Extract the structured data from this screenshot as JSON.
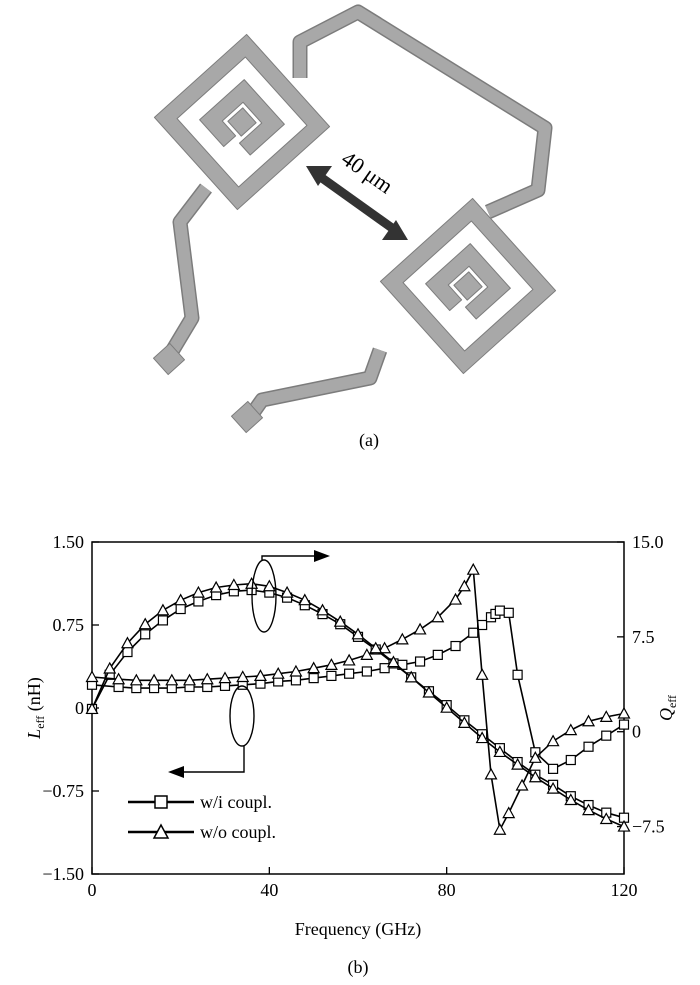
{
  "panel_a": {
    "caption": "(a)",
    "dimension_label": "40 μm"
  },
  "panel_b": {
    "caption": "(b)"
  },
  "chart_data": {
    "type": "line",
    "xlabel": "Frequency (GHz)",
    "ylabel_left": {
      "main": "L",
      "sub": "eff",
      "unit": " (nH)"
    },
    "ylabel_right": {
      "main": "Q",
      "sub": "eff"
    },
    "xlim": [
      0,
      120
    ],
    "ylim_left": [
      -1.5,
      1.5
    ],
    "ylim_right": [
      -11.25,
      15.0
    ],
    "x_ticks": [
      0,
      40,
      80,
      120
    ],
    "x_tick_labels": [
      "0",
      "40",
      "80",
      "120"
    ],
    "y_left_ticks": [
      1.5,
      0.75,
      0,
      -0.75,
      -1.5
    ],
    "y_left_tick_labels": [
      "1.50",
      "0.75",
      "0",
      "−0.75",
      "−1.50"
    ],
    "y_right_ticks": [
      15.0,
      7.5,
      0,
      -7.5
    ],
    "y_right_tick_labels": [
      "15.0",
      "7.5",
      "0",
      "−7.5"
    ],
    "grid": false,
    "legend_position": "bottom-left",
    "legend": [
      {
        "label": "w/i coupl.",
        "marker": "square"
      },
      {
        "label": "w/o coupl.",
        "marker": "triangle"
      }
    ],
    "series": [
      {
        "name": "w/i coupl.",
        "axis": "left",
        "marker": "square",
        "x": [
          0,
          6,
          10,
          14,
          18,
          22,
          26,
          30,
          34,
          38,
          42,
          46,
          50,
          54,
          58,
          62,
          66,
          70,
          74,
          78,
          82,
          86,
          88,
          90,
          91,
          92,
          94,
          96,
          100,
          104,
          108,
          112,
          116,
          120
        ],
        "y": [
          0.21,
          0.19,
          0.18,
          0.18,
          0.18,
          0.19,
          0.19,
          0.2,
          0.21,
          0.22,
          0.24,
          0.25,
          0.27,
          0.29,
          0.31,
          0.33,
          0.36,
          0.39,
          0.42,
          0.48,
          0.56,
          0.68,
          0.75,
          0.82,
          0.85,
          0.88,
          0.86,
          0.3,
          -0.4,
          -0.55,
          -0.47,
          -0.35,
          -0.25,
          -0.15
        ]
      },
      {
        "name": "w/i coupl.",
        "axis": "right",
        "marker": "square",
        "x": [
          0,
          4,
          8,
          12,
          16,
          20,
          24,
          28,
          32,
          36,
          40,
          44,
          48,
          52,
          56,
          60,
          64,
          68,
          72,
          76,
          80,
          84,
          88,
          92,
          96,
          100,
          104,
          108,
          112,
          116,
          120
        ],
        "y": [
          1.8,
          4.5,
          6.3,
          7.7,
          8.8,
          9.7,
          10.3,
          10.8,
          11.1,
          11.2,
          11.0,
          10.6,
          10.0,
          9.3,
          8.5,
          7.5,
          6.5,
          5.4,
          4.3,
          3.2,
          2.1,
          0.9,
          -0.2,
          -1.3,
          -2.4,
          -3.4,
          -4.2,
          -5.1,
          -5.8,
          -6.4,
          -6.8
        ]
      },
      {
        "name": "w/o coupl.",
        "axis": "left",
        "marker": "triangle",
        "x": [
          0,
          6,
          10,
          14,
          18,
          22,
          26,
          30,
          34,
          38,
          42,
          46,
          50,
          54,
          58,
          62,
          66,
          70,
          74,
          78,
          82,
          84,
          86,
          88,
          90,
          92,
          94,
          97,
          100,
          104,
          108,
          112,
          116,
          120
        ],
        "y": [
          0.28,
          0.26,
          0.25,
          0.25,
          0.25,
          0.25,
          0.26,
          0.27,
          0.28,
          0.29,
          0.31,
          0.33,
          0.36,
          0.39,
          0.43,
          0.48,
          0.54,
          0.62,
          0.71,
          0.82,
          0.98,
          1.1,
          1.25,
          0.3,
          -0.6,
          -1.1,
          -0.95,
          -0.7,
          -0.45,
          -0.3,
          -0.2,
          -0.12,
          -0.08,
          -0.05
        ]
      },
      {
        "name": "w/o coupl.",
        "axis": "right",
        "marker": "triangle",
        "x": [
          0,
          4,
          8,
          12,
          16,
          20,
          24,
          28,
          32,
          36,
          40,
          44,
          48,
          52,
          56,
          60,
          64,
          68,
          72,
          76,
          80,
          84,
          88,
          92,
          96,
          100,
          104,
          108,
          112,
          116,
          120
        ],
        "y": [
          1.8,
          5.0,
          7.0,
          8.5,
          9.6,
          10.4,
          11.0,
          11.4,
          11.6,
          11.7,
          11.5,
          11.0,
          10.4,
          9.6,
          8.7,
          7.7,
          6.6,
          5.5,
          4.3,
          3.1,
          1.9,
          0.7,
          -0.5,
          -1.6,
          -2.6,
          -3.6,
          -4.5,
          -5.4,
          -6.2,
          -6.9,
          -7.5
        ]
      }
    ]
  }
}
